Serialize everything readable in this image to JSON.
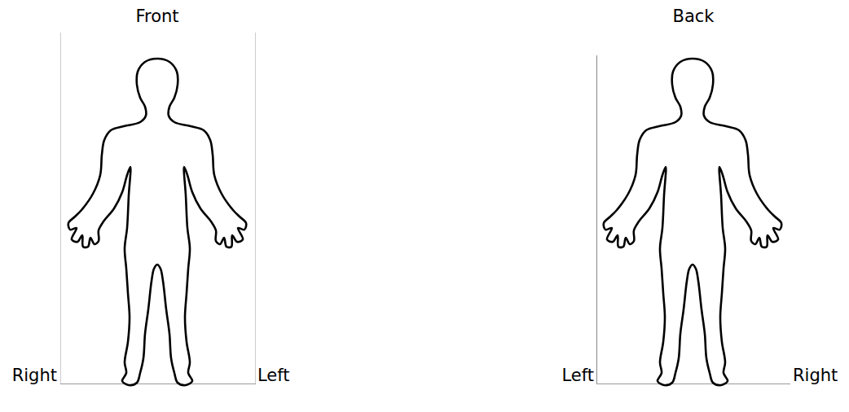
{
  "diagram": {
    "labels": [
      "Front",
      "Back",
      "Right",
      "Left",
      "Left",
      "Right"
    ]
  }
}
